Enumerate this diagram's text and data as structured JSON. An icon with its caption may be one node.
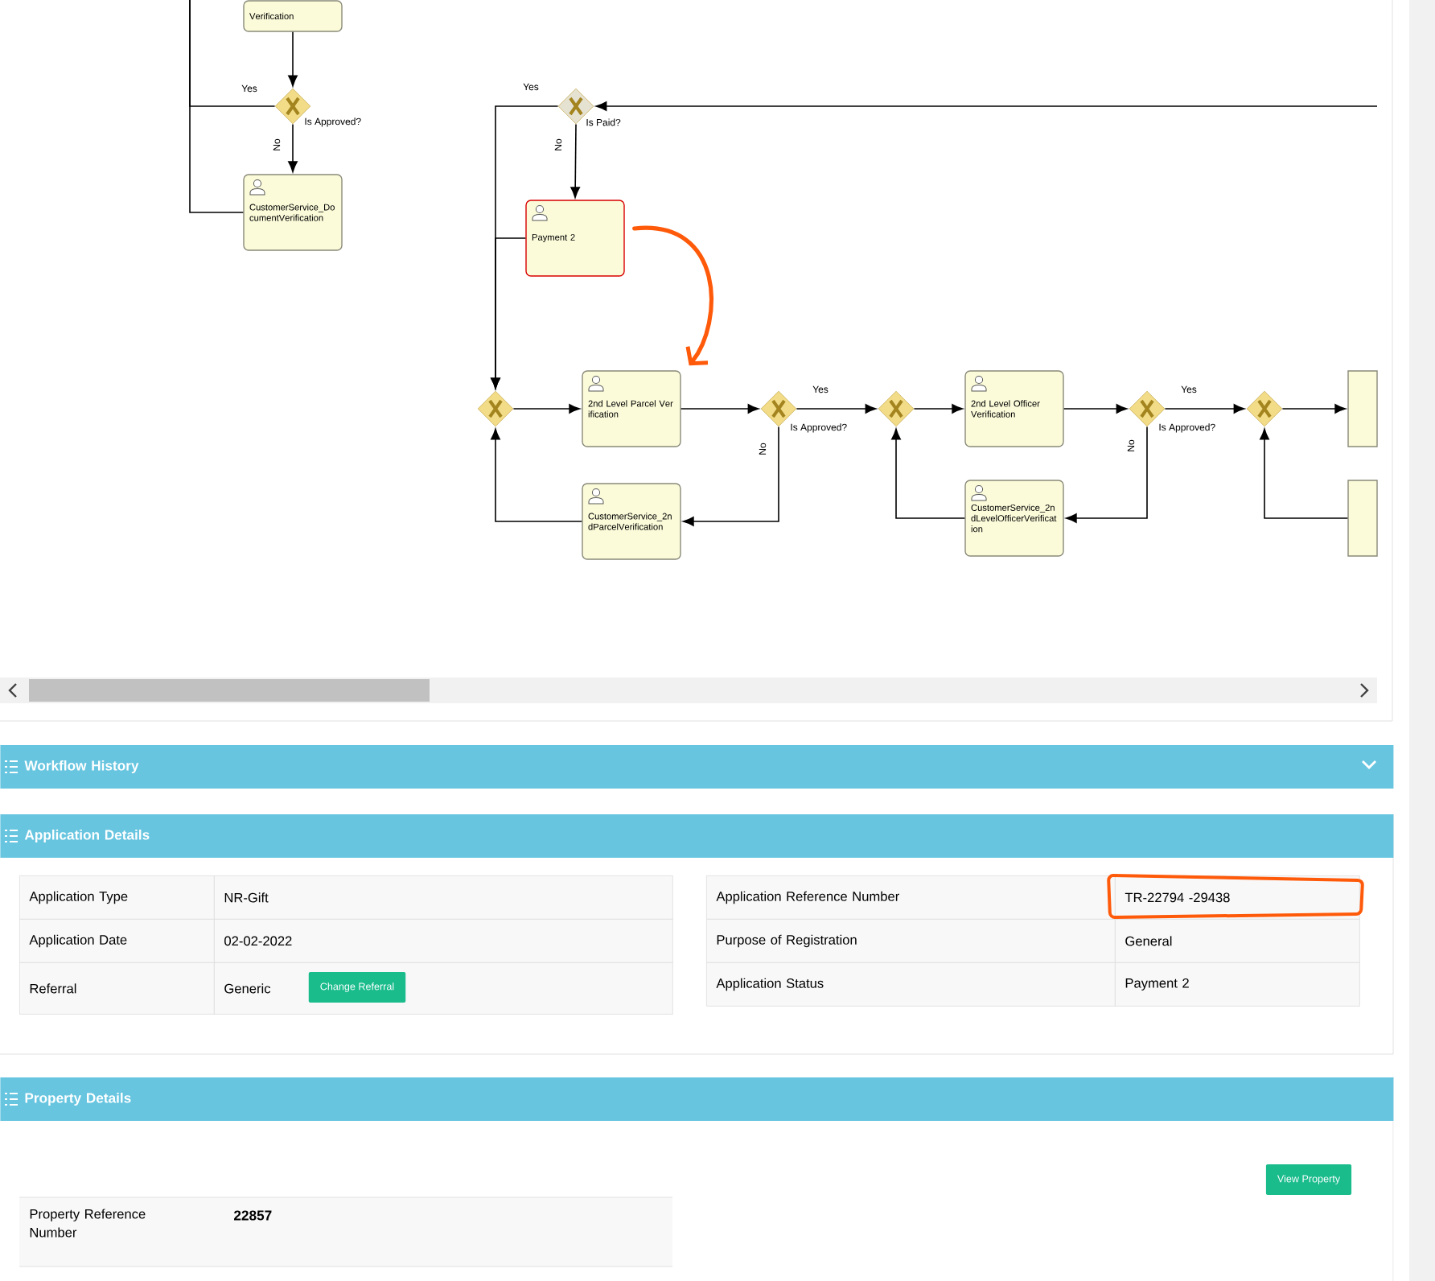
{
  "diagram": {
    "nodes": [
      {
        "text": [
          "Verification"
        ]
      },
      {
        "text": [],
        "shape": "diamond",
        "beside": [
          "Is Approved?"
        ]
      },
      {
        "text": [
          "CustomerService_DocumentVerification"
        ]
      },
      {
        "text": [],
        "shape": "diamond",
        "beside": [
          "Is Paid?"
        ]
      },
      {
        "text": [
          "Payment 2"
        ]
      },
      {
        "text": [],
        "shape": "diamond"
      },
      {
        "text": [
          "2nd Level Parcel Verification"
        ]
      },
      {
        "text": [],
        "shape": "diamond",
        "beside": [
          "Is Approved?"
        ]
      },
      {
        "text": [
          "CustomerService_2ndParcelVerification"
        ]
      },
      {
        "text": [],
        "shape": "diamond"
      },
      {
        "text": [
          "2nd Level Officer Verification"
        ]
      },
      {
        "text": [],
        "shape": "diamond",
        "beside": [
          "Is Approved?"
        ]
      },
      {
        "text": [
          "CustomerService_2ndLevelOfficerVerification"
        ]
      },
      {
        "text": [],
        "shape": "diamond"
      },
      {
        "text": [],
        "shape": "box"
      },
      {
        "text": [],
        "shape": "box"
      },
      {
        "text": [
          "Workflow History"
        ]
      },
      {
        "text": [
          "Application Details"
        ]
      },
      {
        "text": [
          "Change Referral"
        ]
      },
      {
        "text": [
          "Property Details"
        ]
      },
      {
        "text": [
          "View Property"
        ]
      }
    ],
    "edges": [
      {
        "from": 0,
        "to": 1,
        "arrow": "to"
      },
      {
        "from": 1,
        "to": 2,
        "arrow": "to",
        "label": "No"
      },
      {
        "from": 1,
        "to": null,
        "arrow": "none",
        "label": "Yes"
      },
      {
        "from": 2,
        "to": null,
        "arrow": "none"
      },
      {
        "from": null,
        "to": 3,
        "arrow": "to"
      },
      {
        "from": 3,
        "to": 4,
        "arrow": "to",
        "label": "No"
      },
      {
        "from": 3,
        "to": 5,
        "arrow": "to",
        "label": "Yes"
      },
      {
        "from": 4,
        "to": 5,
        "arrow": "to"
      },
      {
        "from": 4,
        "to": 6,
        "arrow": "to",
        "style": "thick",
        "color": "#ff5a0a"
      },
      {
        "from": 5,
        "to": 6,
        "arrow": "to"
      },
      {
        "from": 6,
        "to": 7,
        "arrow": "to"
      },
      {
        "from": 7,
        "to": 9,
        "arrow": "to",
        "label": "Yes"
      },
      {
        "from": 7,
        "to": 8,
        "arrow": "to",
        "label": "No"
      },
      {
        "from": 8,
        "to": 5,
        "arrow": "to"
      },
      {
        "from": 9,
        "to": 10,
        "arrow": "to"
      },
      {
        "from": 10,
        "to": 11,
        "arrow": "to"
      },
      {
        "from": 11,
        "to": 13,
        "arrow": "to",
        "label": "Yes"
      },
      {
        "from": 11,
        "to": 12,
        "arrow": "to",
        "label": "No"
      },
      {
        "from": 12,
        "to": 9,
        "arrow": "to"
      },
      {
        "from": 13,
        "to": 14,
        "arrow": "to"
      },
      {
        "from": 15,
        "to": 13,
        "arrow": "to"
      }
    ],
    "labels": [
      "Application Type",
      "NR-Gift",
      "Application Date",
      "02-02-2022",
      "Referral",
      "Generic",
      "Application Reference Number",
      "TR-22794 -29438",
      "Purpose of Registration",
      "General",
      "Application Status",
      "Payment 2",
      "Property Reference Number",
      "22857"
    ]
  }
}
